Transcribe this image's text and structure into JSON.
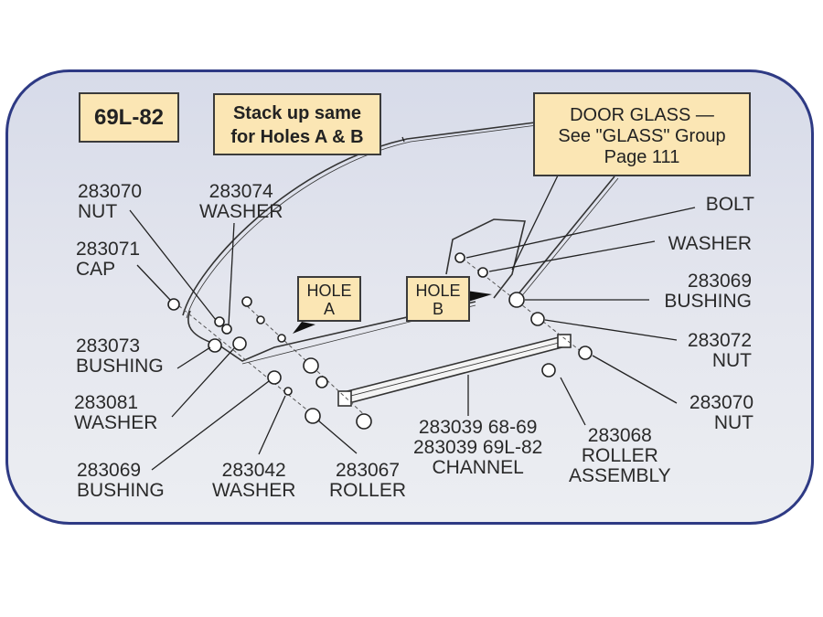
{
  "boxes": {
    "model": "69L-82",
    "stack_note": [
      "Stack up same",
      "for Holes A & B"
    ],
    "door_glass": [
      "DOOR GLASS —",
      "See \"GLASS\" Group",
      "Page 111"
    ],
    "hole_a": [
      "HOLE",
      "A"
    ],
    "hole_b": [
      "HOLE",
      "B"
    ]
  },
  "labels": {
    "nut_left": [
      "283070",
      "NUT"
    ],
    "washer_top": [
      "283074",
      "WASHER"
    ],
    "cap": [
      "283071",
      "CAP"
    ],
    "bushing_283073": [
      "283073",
      "BUSHING"
    ],
    "washer_283081": [
      "283081",
      "WASHER"
    ],
    "bushing_left": [
      "283069",
      "BUSHING"
    ],
    "washer_283042": [
      "283042",
      "WASHER"
    ],
    "roller_283067": [
      "283067",
      "ROLLER"
    ],
    "channel": [
      "283039 68-69",
      "283039 69L-82",
      "CHANNEL"
    ],
    "roller_assembly": [
      "283068",
      "ROLLER",
      "ASSEMBLY"
    ],
    "bolt": [
      "BOLT"
    ],
    "washer_right": [
      "WASHER"
    ],
    "bushing_right": [
      "283069",
      "BUSHING"
    ],
    "nut_283072": [
      "283072",
      "NUT"
    ],
    "nut_right": [
      "283070",
      "NUT"
    ]
  }
}
